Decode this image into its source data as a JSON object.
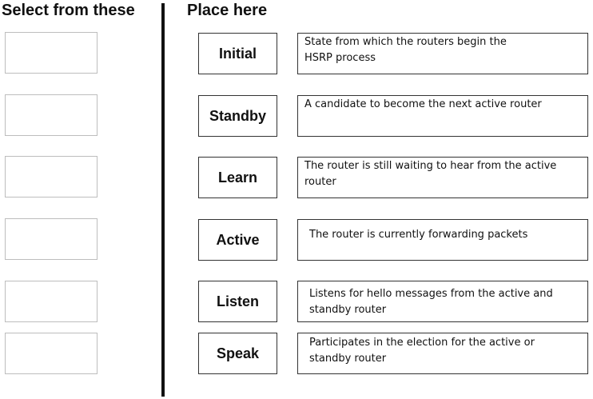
{
  "headings": {
    "source": "Select from these",
    "target": "Place here"
  },
  "source_slots": [
    "",
    "",
    "",
    "",
    "",
    ""
  ],
  "pairs": [
    {
      "term": "Initial",
      "description": "State from which the routers begin the\nHSRP process"
    },
    {
      "term": "Standby",
      "description": "A candidate to become the next active router"
    },
    {
      "term": "Learn",
      "description": "The router is still waiting to hear from the active\nrouter"
    },
    {
      "term": "Active",
      "description": "The router is currently forwarding packets"
    },
    {
      "term": "Listen",
      "description": "Listens for hello messages from the active and\nstandby router"
    },
    {
      "term": "Speak",
      "description": "Participates in the election for the active or\nstandby router"
    }
  ]
}
